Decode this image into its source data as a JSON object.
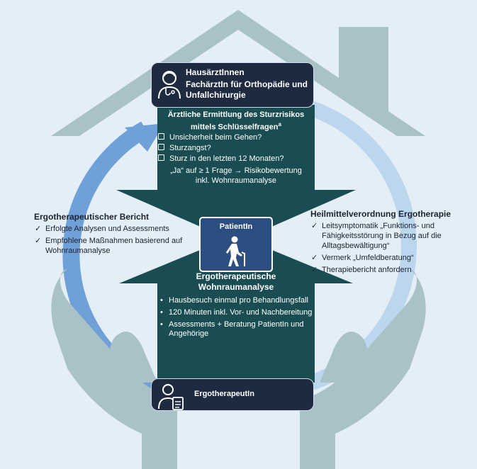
{
  "colors": {
    "background": "#e3eef7",
    "house_roof": "#a8c2c8",
    "hands": "#a8c2c8",
    "cycle_arrow": "#6fa0d8",
    "flow_arrow": "#1a4d52",
    "panel_dark": "#1e2a40",
    "patient_box": "#2d4e80"
  },
  "doctor": {
    "icon": "doctor-icon",
    "title": "HausärztInnen",
    "subtitle": "FachärztIn für Orthopädie und Unfallchirurgie"
  },
  "screening": {
    "heading_line1": "Ärztliche Ermittlung des Sturzrisikos",
    "heading_line2": "mittels Schlüsselfragen",
    "superscript": "a",
    "questions": [
      "Unsicherheit beim Gehen?",
      "Sturzangst?",
      "Sturz in den letzten 12 Monaten?"
    ],
    "note_line1": "„Ja“ auf ≥ 1 Frage → Risikobewertung",
    "note_line2": "inkl. Wohnraumanalyse"
  },
  "patient": {
    "label": "PatientIn",
    "icon": "elderly-person-with-cane-icon"
  },
  "home_analysis": {
    "title": "Ergotherapeutische Wohnraumanalyse",
    "items": [
      "Hausbesuch einmal pro Behandlungsfall",
      "120 Minuten inkl. Vor- und Nachbereitung",
      "Assessments + Beratung PatientIn und Angehörige"
    ]
  },
  "therapist": {
    "label": "ErgotherapeutIn",
    "icon": "therapist-with-clipboard-icon"
  },
  "report": {
    "title": "Ergotherapeutischer Bericht",
    "items": [
      "Erfolgte Analysen und Assessments",
      "Empfohlene Maßnahmen basierend auf Wohnraumanalyse"
    ]
  },
  "prescription": {
    "title": "Heilmittelverordnung Ergotherapie",
    "items": [
      "Leitsymptomatik „Funktions- und Fähigkeitsstörung in Bezug auf die Alltagsbewältigung“",
      "Vermerk „Umfeldberatung“",
      "Therapiebericht anfordern"
    ]
  }
}
